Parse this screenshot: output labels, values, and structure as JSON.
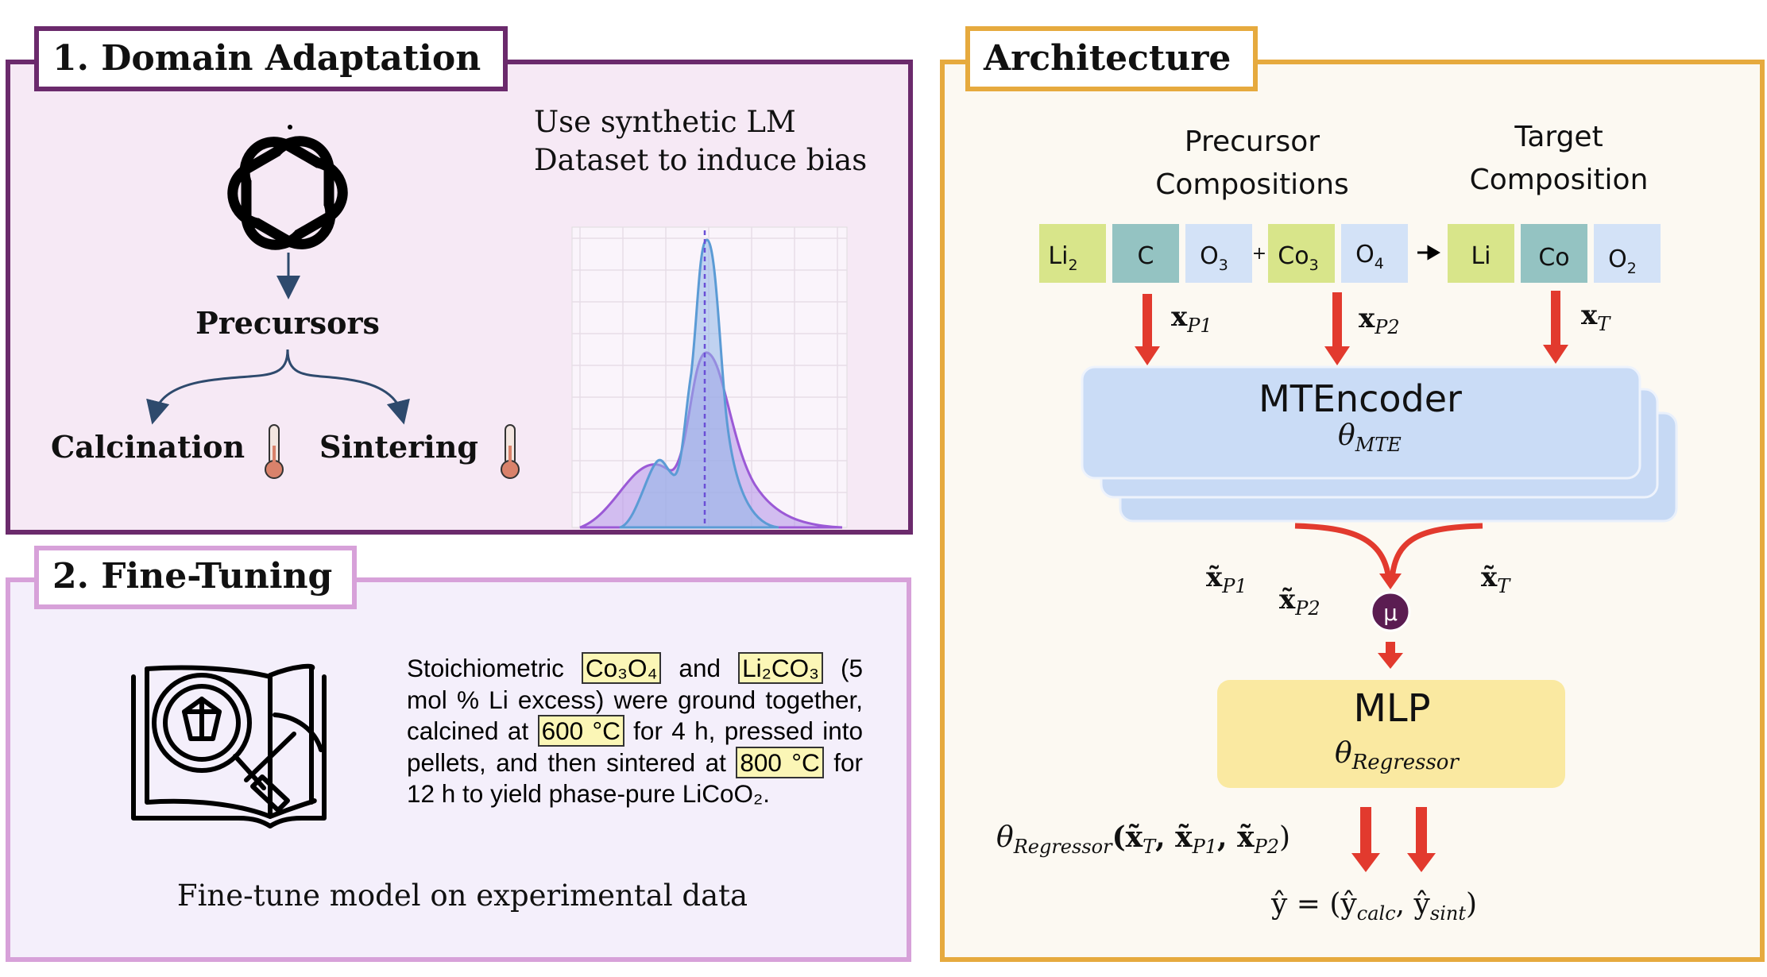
{
  "panel1": {
    "title": "1. Domain Adaptation",
    "caption_line1": "Use synthetic LM",
    "caption_line2": "Dataset to induce bias",
    "precursors": "Precursors",
    "calcination": "Calcination",
    "sintering": "Sintering"
  },
  "panel2": {
    "title": "2. Fine-Tuning",
    "text_1": "Stoichiometric ",
    "chem_co3o4": "Co₃O₄",
    "text_2": " and ",
    "chem_li2co3": "Li₂CO₃",
    "text_3": " (5 mol % Li excess) were ground together, calcined at ",
    "temp_calc": "600 °C",
    "text_4": " for 4 h, pressed into pellets, and then sintered at ",
    "temp_sint": "800 °C",
    "text_5": " for 12 h to yield phase-pure LiCoO₂.",
    "caption": "Fine-tune model on experimental data"
  },
  "architecture": {
    "title": "Architecture",
    "precursor_header_1": "Precursor",
    "precursor_header_2": "Compositions",
    "target_header_1": "Target",
    "target_header_2": "Composition",
    "tokens": {
      "li2": "Li",
      "li2_sub": "2",
      "c": "C",
      "o3": "O",
      "o3_sub": "3",
      "plus": "+",
      "co3": "Co",
      "co3_sub": "3",
      "o4": "O",
      "o4_sub": "4",
      "li": "Li",
      "co": "Co",
      "o2": "O",
      "o2_sub": "2"
    },
    "x_p1": "x",
    "x_p1_sub": "P1",
    "x_p2": "x",
    "x_p2_sub": "P2",
    "x_t": "x",
    "x_t_sub": "T",
    "encoder_name": "MTEncoder",
    "encoder_theta": "θ",
    "encoder_theta_sub": "MTE",
    "xt_p1": "x̃",
    "xt_p1_sub": "P1",
    "xt_p2": "x̃",
    "xt_p2_sub": "P2",
    "xt_t": "x̃",
    "xt_t_sub": "T",
    "mu": "μ",
    "mlp_name": "MLP",
    "mlp_theta": "θ",
    "mlp_theta_sub": "Regressor",
    "formula_theta": "θ",
    "formula_theta_sub": "Regressor",
    "formula_args": "(x̃",
    "formula_arg_t": "T",
    "formula_arg_p1": "P1",
    "formula_arg_p2": "P2",
    "output_y": "ŷ = (ŷ",
    "output_calc": "calc",
    "output_sint": "sint"
  },
  "colors": {
    "panel1_border": "#6b2a6c",
    "panel1_fill": "#f6e9f5",
    "panel2_border": "#d7a1d9",
    "panel2_fill": "#f4effb",
    "arch_border": "#e6aa3e",
    "arch_fill": "#fcf9f2",
    "token_green": "#d8e58a",
    "token_teal": "#94c3c2",
    "token_blue": "#d3e2f7",
    "encoder_fill": "#cadcf6",
    "mlp_fill": "#fae9a1",
    "arrow_red": "#e23a2e",
    "mu_fill": "#5b1d52",
    "kde_blue": "#5b9bd5",
    "kde_purple": "#9b59d6"
  }
}
